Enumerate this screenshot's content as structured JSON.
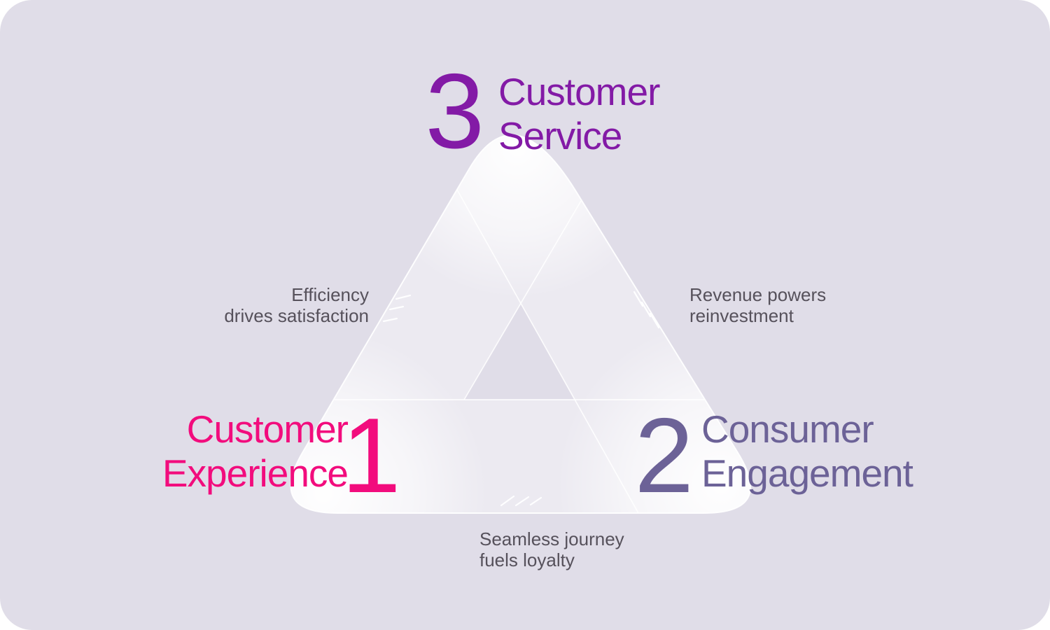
{
  "diagram": {
    "type": "triangle-loop-infographic",
    "background_color": "#E0DDE8",
    "caption_color": "#56515B",
    "nodes": [
      {
        "number": "1",
        "label_line1": "Customer",
        "label_line2": "Experience",
        "color": "#F20C7D",
        "position": "bottom-left"
      },
      {
        "number": "2",
        "label_line1": "Consumer",
        "label_line2": "Engagement",
        "color": "#6C6297",
        "position": "bottom-right"
      },
      {
        "number": "3",
        "label_line1": "Customer",
        "label_line2": "Service",
        "color": "#831AA6",
        "position": "top"
      }
    ],
    "edge_captions": [
      {
        "edge": "left",
        "between": "3-1",
        "line1": "Efficiency",
        "line2": "drives satisfaction"
      },
      {
        "edge": "right",
        "between": "3-2",
        "line1": "Revenue powers",
        "line2": "reinvestment"
      },
      {
        "edge": "bottom",
        "between": "1-2",
        "line1": "Seamless journey",
        "line2": "fuels loyalty"
      }
    ]
  }
}
